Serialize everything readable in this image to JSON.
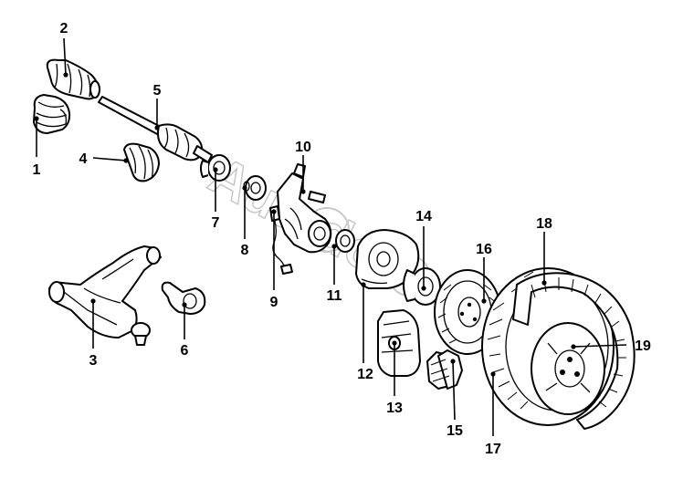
{
  "diagram": {
    "labels": [
      "1",
      "2",
      "3",
      "4",
      "5",
      "6",
      "7",
      "8",
      "9",
      "10",
      "11",
      "12",
      "13",
      "14",
      "15",
      "16",
      "17",
      "18",
      "19"
    ]
  },
  "watermark": {
    "text": "Autodoc"
  }
}
